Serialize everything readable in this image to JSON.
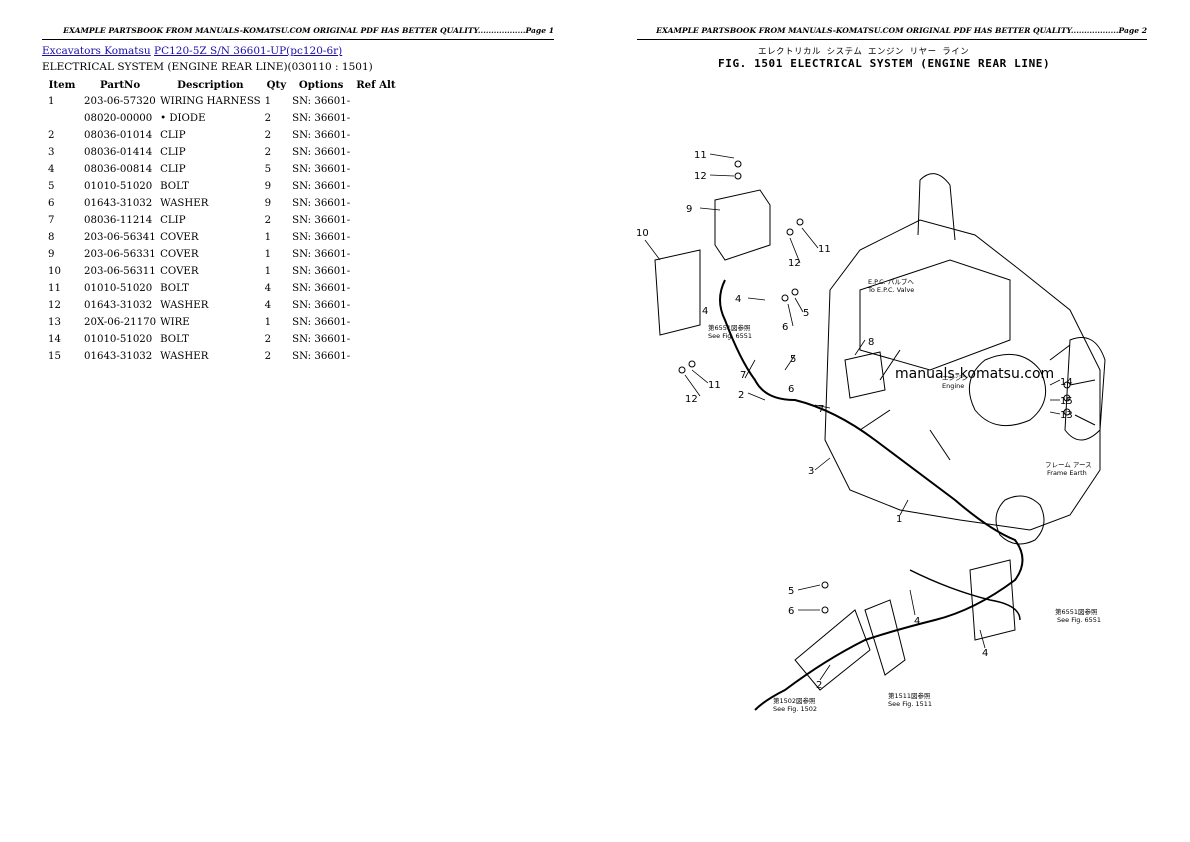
{
  "page1": {
    "header": "EXAMPLE PARTSBOOK FROM MANUALS-KOMATSU.COM ORIGINAL PDF HAS BETTER QUALITY..................Page 1",
    "breadcrumb": {
      "link1": "Excavators Komatsu",
      "link2": "PC120-5Z S/N 36601-UP(pc120-6r)"
    },
    "section_title": "ELECTRICAL SYSTEM (ENGINE REAR LINE)(030110 : 1501)",
    "columns": [
      "Item",
      "PartNo",
      "Description",
      "Qty",
      "Options",
      "Ref Alt"
    ],
    "rows": [
      {
        "item": "1",
        "part": "203-06-57320",
        "desc": "WIRING HARNESS",
        "qty": "1",
        "opt": "SN: 36601-",
        "ref": ""
      },
      {
        "item": "",
        "part": "08020-00000",
        "desc": "• DIODE",
        "qty": "2",
        "opt": "SN: 36601-",
        "ref": ""
      },
      {
        "item": "2",
        "part": "08036-01014",
        "desc": "CLIP",
        "qty": "2",
        "opt": "SN: 36601-",
        "ref": ""
      },
      {
        "item": "3",
        "part": "08036-01414",
        "desc": "CLIP",
        "qty": "2",
        "opt": "SN: 36601-",
        "ref": ""
      },
      {
        "item": "4",
        "part": "08036-00814",
        "desc": "CLIP",
        "qty": "5",
        "opt": "SN: 36601-",
        "ref": ""
      },
      {
        "item": "5",
        "part": "01010-51020",
        "desc": "BOLT",
        "qty": "9",
        "opt": "SN: 36601-",
        "ref": ""
      },
      {
        "item": "6",
        "part": "01643-31032",
        "desc": "WASHER",
        "qty": "9",
        "opt": "SN: 36601-",
        "ref": ""
      },
      {
        "item": "7",
        "part": "08036-11214",
        "desc": "CLIP",
        "qty": "2",
        "opt": "SN: 36601-",
        "ref": ""
      },
      {
        "item": "8",
        "part": "203-06-56341",
        "desc": "COVER",
        "qty": "1",
        "opt": "SN: 36601-",
        "ref": ""
      },
      {
        "item": "9",
        "part": "203-06-56331",
        "desc": "COVER",
        "qty": "1",
        "opt": "SN: 36601-",
        "ref": ""
      },
      {
        "item": "10",
        "part": "203-06-56311",
        "desc": "COVER",
        "qty": "1",
        "opt": "SN: 36601-",
        "ref": ""
      },
      {
        "item": "11",
        "part": "01010-51020",
        "desc": "BOLT",
        "qty": "4",
        "opt": "SN: 36601-",
        "ref": ""
      },
      {
        "item": "12",
        "part": "01643-31032",
        "desc": "WASHER",
        "qty": "4",
        "opt": "SN: 36601-",
        "ref": ""
      },
      {
        "item": "13",
        "part": "20X-06-21170",
        "desc": "WIRE",
        "qty": "1",
        "opt": "SN: 36601-",
        "ref": ""
      },
      {
        "item": "14",
        "part": "01010-51020",
        "desc": "BOLT",
        "qty": "2",
        "opt": "SN: 36601-",
        "ref": ""
      },
      {
        "item": "15",
        "part": "01643-31032",
        "desc": "WASHER",
        "qty": "2",
        "opt": "SN: 36601-",
        "ref": ""
      }
    ]
  },
  "page2": {
    "header": "EXAMPLE PARTSBOOK FROM MANUALS-KOMATSU.COM ORIGINAL PDF HAS BETTER QUALITY..................Page 2",
    "fig_jp": "エレクトリカル システム    エンジン リヤー ライン",
    "fig_title": "FIG. 1501  ELECTRICAL SYSTEM (ENGINE REAR LINE)",
    "watermark": "manuals-komatsu.com",
    "callouts": {
      "n1": "1",
      "n2": "2",
      "n3": "3",
      "n4": "4",
      "n5": "5",
      "n6": "6",
      "n7": "7",
      "n8": "8",
      "n9": "9",
      "n10": "10",
      "n11": "11",
      "n12": "12",
      "n13": "13",
      "n14": "14",
      "n15": "15"
    },
    "notes": {
      "engine_jp": "エンジン",
      "engine": "Engine",
      "frame_jp": "フレーム アース",
      "frame": "Frame Earth",
      "valve_jp": "E.P.C. バルブへ",
      "valve": "To E.P.C. Valve",
      "see6551_jp": "第6551図参照",
      "see6551": "See Fig. 6551",
      "see1502_jp": "第1502図参照",
      "see1502": "See Fig. 1502",
      "see1511_jp": "第1511図参照",
      "see1511": "See Fig. 1511"
    }
  }
}
